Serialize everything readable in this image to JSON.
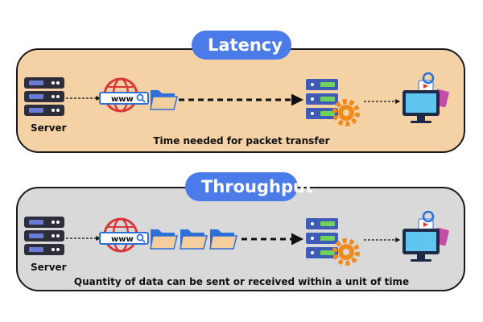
{
  "sections": [
    {
      "title": "Latency",
      "server_label": "Server",
      "search_text": "www",
      "caption": "Time needed for packet transfer",
      "folder_count": 1
    },
    {
      "title": "Throughput",
      "server_label": "Server",
      "search_text": "www",
      "caption": "Quantity of data can be sent or received within a unit of time",
      "folder_count": 3
    }
  ],
  "colors": {
    "latency_panel": "#f4d2a6",
    "throughput_panel": "#d9d9d9",
    "title_pill": "#4b7be8",
    "server_dark": "#2e2e3a",
    "server_blue": "#3f5bb8",
    "server_green": "#6fd25a",
    "gear": "#ef8a1d",
    "globe": "#d8383a",
    "folder": "#f2cf9c",
    "folder_blue": "#2f6fd8",
    "monitor_screen": "#5fc4ee"
  }
}
